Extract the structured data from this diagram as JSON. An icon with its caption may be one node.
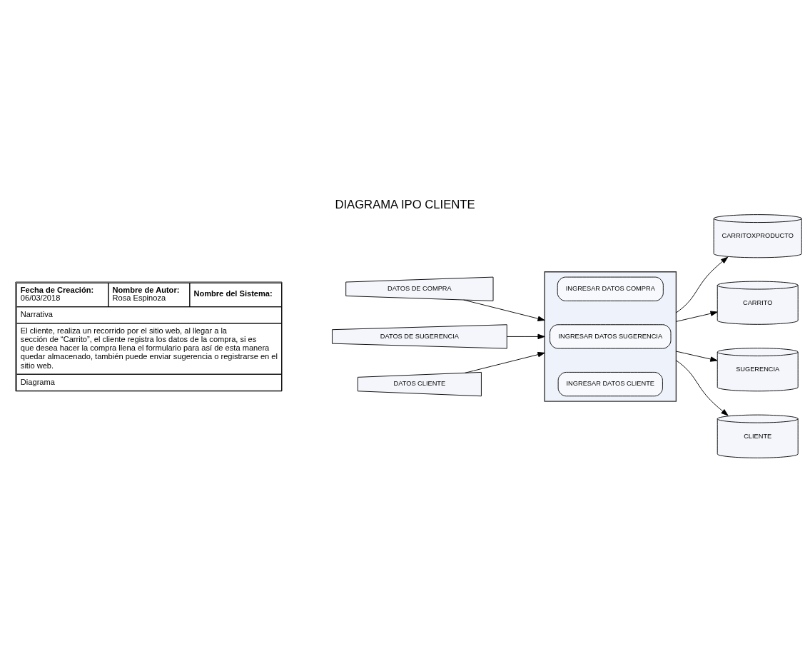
{
  "diagram": {
    "title": "DIAGRAMA IPO CLIENTE",
    "nodes": [
      {
        "text": [
          "DATOS DE COMPRA"
        ]
      },
      {
        "text": [
          "DATOS DE SUGERENCIA"
        ]
      },
      {
        "text": [
          "DATOS CLIENTE"
        ]
      },
      {
        "text": [],
        "shape": "box"
      },
      {
        "text": [
          "INGRESAR DATOS COMPRA"
        ],
        "in": 3
      },
      {
        "text": [
          "INGRESAR DATOS SUGERENCIA"
        ],
        "in": 3
      },
      {
        "text": [
          "INGRESAR DATOS CLIENTE"
        ],
        "in": 3
      },
      {
        "text": [
          "CARRITOXPRODUCTO"
        ]
      },
      {
        "text": [
          "CARRITO"
        ]
      },
      {
        "text": [
          "SUGERENCIA"
        ]
      },
      {
        "text": [
          "CLIENTE"
        ]
      }
    ],
    "edges": [
      {
        "from": 0,
        "to": 3,
        "arrow": "to"
      },
      {
        "from": 1,
        "to": 3,
        "arrow": "to"
      },
      {
        "from": 2,
        "to": 3,
        "arrow": "to"
      },
      {
        "from": 3,
        "to": 7,
        "arrow": "to"
      },
      {
        "from": 3,
        "to": 8,
        "arrow": "to"
      },
      {
        "from": 3,
        "to": 9,
        "arrow": "to"
      },
      {
        "from": 3,
        "to": 10,
        "arrow": "to"
      }
    ],
    "labels": [
      "Fecha de Creación:",
      "06/03/2018",
      "Nombre de Autor:",
      "Rosa Espinoza",
      "Nombre del Sistema:",
      "Narrativa",
      "El cliente, realiza un recorrido por el sitio web, al llegar a la sección de “Carrito”, el cliente registra los datos de la compra, si es que desea hacer la compra llena el formulario para así de esta manera quedar almacenado, también puede enviar sugerencia o registrarse en el sitio web.",
      "Diagrama"
    ]
  }
}
